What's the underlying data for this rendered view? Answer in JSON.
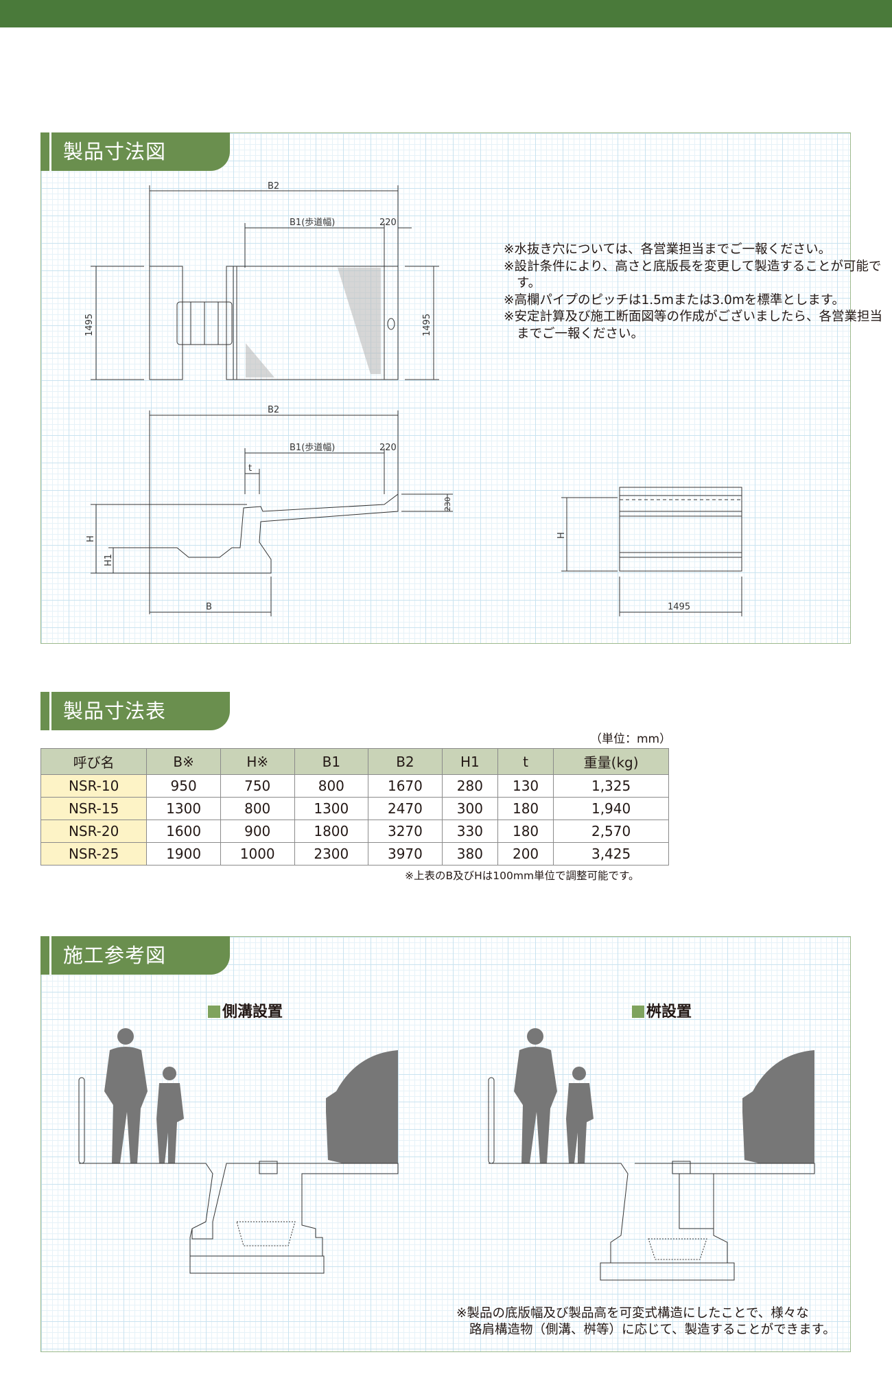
{
  "sections": {
    "drawing": {
      "title": "製品寸法図",
      "labels": {
        "b2": "B2",
        "b1": "B1(歩道幅)",
        "w220": "220",
        "h1495": "1495",
        "t": "t",
        "h": "H",
        "h1": "H1",
        "h230": "230",
        "b": "B"
      },
      "notes": [
        "※水抜き穴については、各営業担当までご一報ください。",
        "※設計条件により、高さと底版長を変更して製造することが可能です。",
        "※高欄パイプのピッチは1.5mまたは3.0mを標準とします。",
        "※安定計算及び施工断面図等の作成がございましたら、各営業担当までご一報ください。"
      ]
    },
    "table": {
      "title": "製品寸法表",
      "unit": "（単位：mm）",
      "headers": [
        "呼び名",
        "B※",
        "H※",
        "B1",
        "B2",
        "H1",
        "t",
        "重量(kg)"
      ],
      "rows": [
        [
          "NSR-10",
          "950",
          "750",
          "800",
          "1670",
          "280",
          "130",
          "1,325"
        ],
        [
          "NSR-15",
          "1300",
          "800",
          "1300",
          "2470",
          "300",
          "180",
          "1,940"
        ],
        [
          "NSR-20",
          "1600",
          "900",
          "1800",
          "3270",
          "330",
          "180",
          "2,570"
        ],
        [
          "NSR-25",
          "1900",
          "1000",
          "2300",
          "3970",
          "380",
          "200",
          "3,425"
        ]
      ],
      "footnote": "※上表のB及びHは100mm単位で調整可能です。"
    },
    "construction": {
      "title": "施工参考図",
      "left_label": "側溝設置",
      "right_label": "桝設置",
      "note": [
        "※製品の底版幅及び製品高を可変式構造にしたことで、様々な",
        "路肩構造物（側溝、桝等）に応じて、製造することができます。"
      ]
    }
  },
  "colors": {
    "bar": "#4a7a3a",
    "tab": "#6a8f4e",
    "header_cell": "#c9d3b7",
    "name_cell": "#fdf3c6"
  }
}
